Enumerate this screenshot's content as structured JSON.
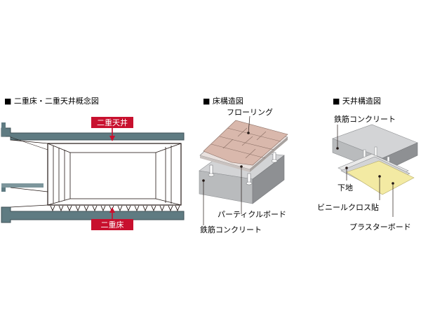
{
  "colors": {
    "accent_red": "#c8102e",
    "concrete_dark": "#8e9093",
    "concrete_mid": "#b9bbbd",
    "concrete_light": "#d3d4d6",
    "flooring": "#d9b8ac",
    "plasterboard": "#f3eaa3",
    "steel_frame": "#5f7b82"
  },
  "panels": {
    "section": {
      "heading": "■ 二重床・二重天井概念図",
      "ceiling_tag": "二重天井",
      "floor_tag": "二重床"
    },
    "floor": {
      "heading": "■ 床構造図",
      "labels": {
        "flooring": "フローリング",
        "particleboard": "パーティクルボード",
        "concrete": "鉄筋コンクリート"
      }
    },
    "ceiling": {
      "heading": "■ 天井構造図",
      "labels": {
        "concrete": "鉄筋コンクリート",
        "base": "下地",
        "vinyl_cloth": "ビニールクロス貼",
        "plasterboard": "プラスターボード"
      }
    }
  }
}
